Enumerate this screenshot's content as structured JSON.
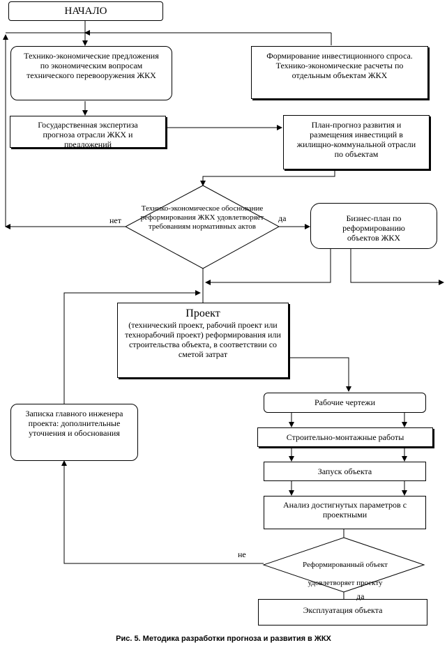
{
  "nodes": {
    "start": "НАЧАЛО",
    "tech_econ_proposals": "Технико-экономические предложения по экономическим вопросам технического перевооружения ЖКХ",
    "investment_demand": "Формирование инвестиционного спроса. Технико-экономические расчеты по отдельным объектам ЖКХ",
    "state_expertise": "Государственная экспертиза прогноза отрасли ЖКХ и предложений",
    "plan_forecast": "План-прогноз развития и размещения инвестиций в жилищно-коммунальной отрасли по объектам",
    "decision_justification": "Технико-экономическое обоснование реформирования ЖКХ удовлетворяет требованиям нормативных актов",
    "business_plan": "Бизнес-план по реформированию объектов ЖКХ",
    "project_title": "Проект",
    "project_body": "(технический проект, рабочий проект или технорабочий проект) реформирования или строительства объекта, в соответствии со сметой затрат",
    "chief_engineer_note": "Записка главного инженера проекта: дополнительные уточнения и обоснования",
    "working_drawings": "Рабочие чертежи",
    "construction_works": "Строительно-монтажные работы",
    "object_launch": "Запуск объекта",
    "parameter_analysis": "Анализ достигнутых параметров с проектными",
    "reformed_check": "Реформированный объект удовлетворяет проекту",
    "operation": "Эксплуатация объекта"
  },
  "edge_labels": {
    "no_1": "нет",
    "yes_1": "да",
    "no_2": "не",
    "yes_2": "да"
  },
  "caption": "Рис. 5. Методика разработки прогноза и развития в ЖКХ"
}
